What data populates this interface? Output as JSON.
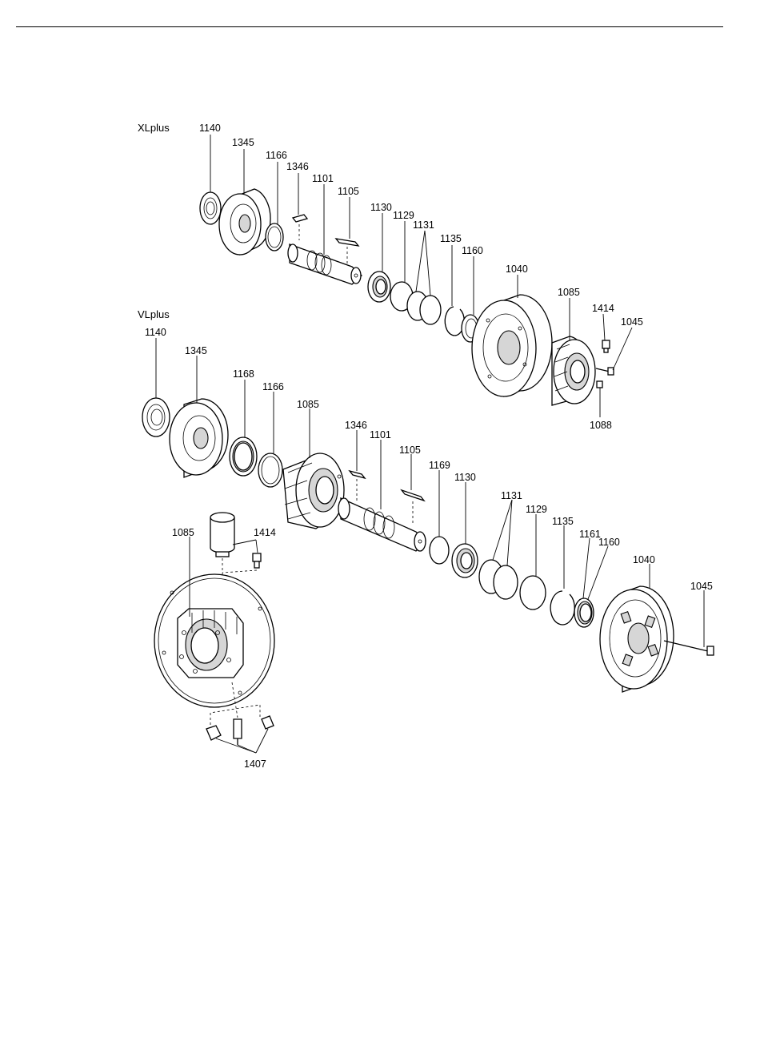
{
  "sections": {
    "xl": "XLplus",
    "vl": "VLplus"
  },
  "xl_labels": {
    "l1140": "1140",
    "l1345": "1345",
    "l1166": "1166",
    "l1346": "1346",
    "l1101": "1101",
    "l1105": "1105",
    "l1130": "1130",
    "l1129": "1129",
    "l1131": "1131",
    "l1135": "1135",
    "l1160": "1160",
    "l1040": "1040",
    "l1085": "1085",
    "l1414": "1414",
    "l1045": "1045",
    "l1088": "1088"
  },
  "vl_labels": {
    "l1140": "1140",
    "l1345": "1345",
    "l1168": "1168",
    "l1166": "1166",
    "l1085": "1085",
    "l1346": "1346",
    "l1101": "1101",
    "l1105": "1105",
    "l1169": "1169",
    "l1130": "1130",
    "l1131": "1131",
    "l1129": "1129",
    "l1135": "1135",
    "l1161": "1161",
    "l1160": "1160",
    "l1040": "1040",
    "l1045": "1045"
  },
  "detail_labels": {
    "l1085": "1085",
    "l1414": "1414",
    "l1407": "1407"
  }
}
